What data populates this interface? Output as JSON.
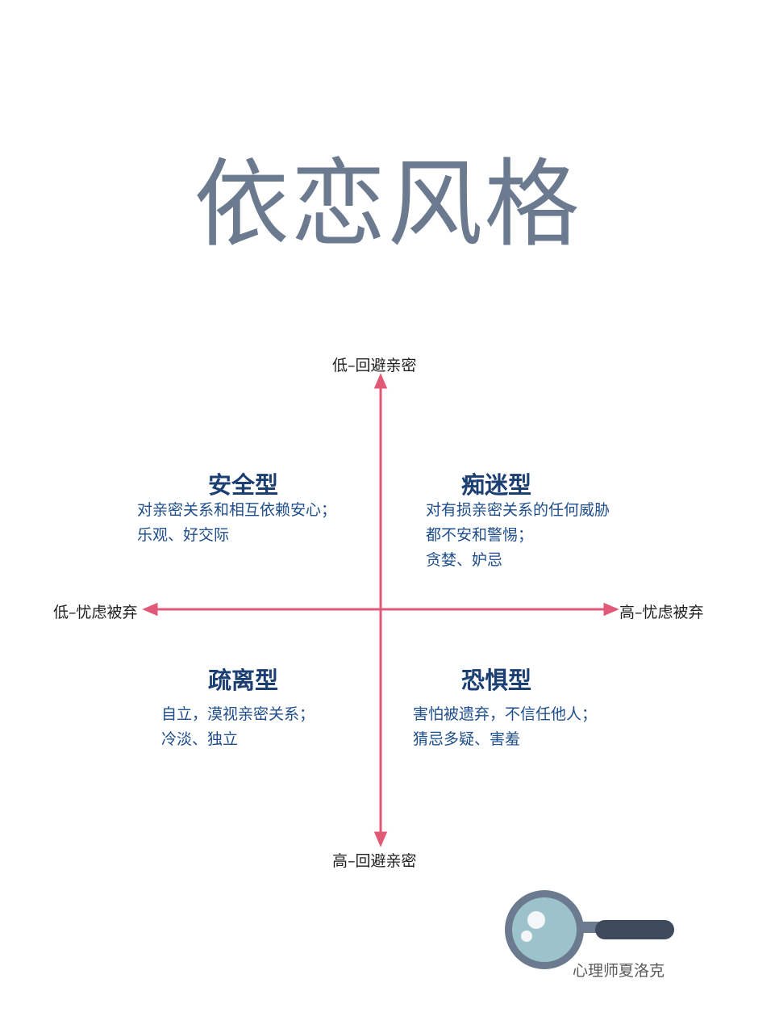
{
  "title": "依恋风格",
  "axes": {
    "top": "低–回避亲密",
    "bottom": "高–回避亲密",
    "left": "低–忧虑被弃",
    "right": "高–忧虑被弃",
    "color": "#e05a78"
  },
  "quadrants": {
    "top_left": {
      "title": "安全型",
      "lines": [
        "对亲密关系和相互依赖安心；",
        "乐观、好交际"
      ]
    },
    "top_right": {
      "title": "痴迷型",
      "lines": [
        "对有损亲密关系的任何威胁",
        "都不安和警惕；",
        "贪婪、妒忌"
      ]
    },
    "bottom_left": {
      "title": "疏离型",
      "lines": [
        "自立，漠视亲密关系；",
        "冷淡、独立"
      ]
    },
    "bottom_right": {
      "title": "恐惧型",
      "lines": [
        "害怕被遗弃，不信任他人；",
        "猜忌多疑、害羞"
      ]
    }
  },
  "brand": {
    "icon": "magnifying-glass-icon",
    "label": "心理师夏洛克"
  }
}
